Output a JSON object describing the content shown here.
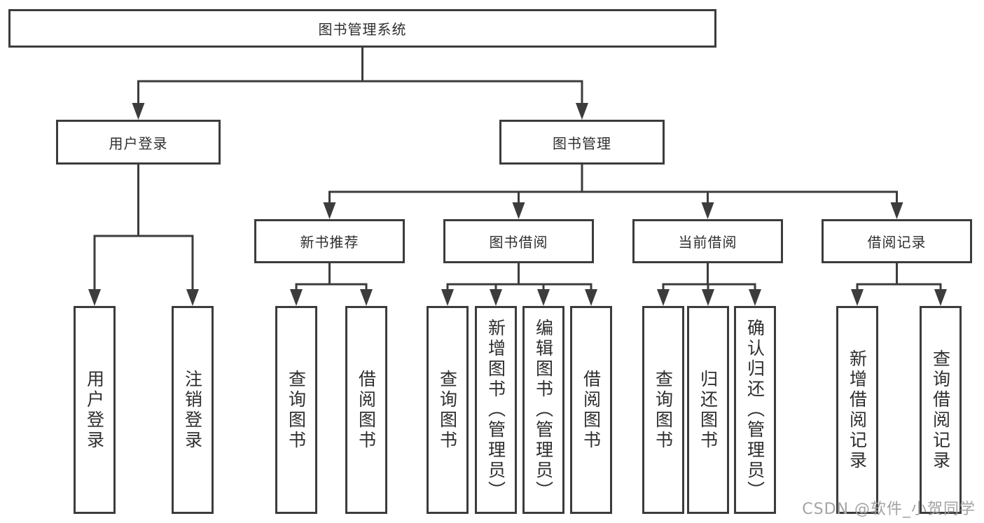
{
  "diagram": {
    "stroke_color": "#3c3c3c",
    "text_color": "#2e2e2e",
    "root": {
      "label": "图书管理系统"
    },
    "level2": [
      {
        "label": "用户登录"
      },
      {
        "label": "图书管理"
      }
    ],
    "level3": [
      {
        "label": "新书推荐",
        "parent": "图书管理"
      },
      {
        "label": "图书借阅",
        "parent": "图书管理"
      },
      {
        "label": "当前借阅",
        "parent": "图书管理"
      },
      {
        "label": "借阅记录",
        "parent": "图书管理"
      }
    ],
    "leaves": [
      {
        "label": "用户登录",
        "parent": "用户登录"
      },
      {
        "label": "注销登录",
        "parent": "用户登录"
      },
      {
        "label": "查询图书",
        "parent": "新书推荐"
      },
      {
        "label": "借阅图书",
        "parent": "新书推荐"
      },
      {
        "label": "查询图书",
        "parent": "图书借阅"
      },
      {
        "label": "新增图书（管理员）",
        "parent": "图书借阅"
      },
      {
        "label": "编辑图书（管理员）",
        "parent": "图书借阅"
      },
      {
        "label": "借阅图书",
        "parent": "图书借阅"
      },
      {
        "label": "查询图书",
        "parent": "当前借阅"
      },
      {
        "label": "归还图书",
        "parent": "当前借阅"
      },
      {
        "label": "确认归还（管理员）",
        "parent": "当前借阅"
      },
      {
        "label": "新增借阅记录",
        "parent": "借阅记录"
      },
      {
        "label": "查询借阅记录",
        "parent": "借阅记录"
      }
    ]
  },
  "watermark": {
    "text": "CSDN @软件_小贺同学",
    "color": "#a3a3a3"
  }
}
